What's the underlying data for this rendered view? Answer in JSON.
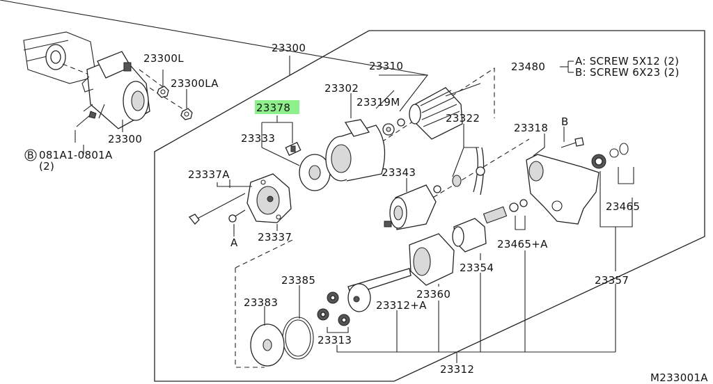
{
  "diagram_code": "M233001A",
  "labels": {
    "p23300_top": "23300",
    "p23300_bottom": "23300",
    "p23300L": "23300L",
    "p23300LA": "23300LA",
    "p081A1": "081A1-0801A",
    "p081A1_qty": "(2)",
    "circle_B": "B",
    "p23378": "23378",
    "p23333": "23333",
    "p23337A": "23337A",
    "p23337": "23337",
    "mark_A_left": "A",
    "p23302": "23302",
    "p23310": "23310",
    "p23319M": "23319M",
    "p23322": "23322",
    "p23343": "23343",
    "p23480": "23480",
    "screw_a": "A: SCREW 5X12 (2)",
    "screw_b": "B: SCREW 6X23 (2)",
    "p23318": "23318",
    "mark_B_right": "B",
    "p23465": "23465",
    "p23465A": "23465+A",
    "p23354": "23354",
    "p23357": "23357",
    "p23360": "23360",
    "p23312A": "23312+A",
    "p23385": "23385",
    "p23383": "23383",
    "p23313": "23313",
    "p23312": "23312"
  },
  "highlight_color": "#8ef08a"
}
